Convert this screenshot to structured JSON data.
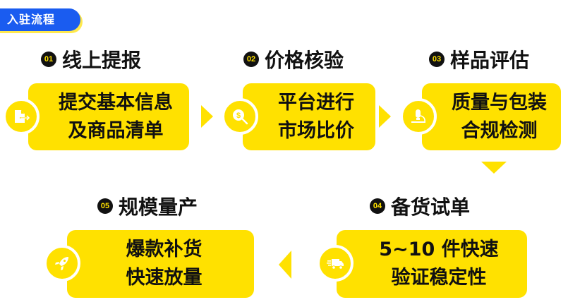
{
  "tag": {
    "label": "入驻流程",
    "color": "#1a5cf0",
    "shadow_color": "#ffe94d"
  },
  "accent_color": "#ffe100",
  "steps": [
    {
      "number": "01",
      "title": "线上提报",
      "lines": [
        "提交基本信息",
        "及商品清单"
      ],
      "icon": "document-export-icon"
    },
    {
      "number": "02",
      "title": "价格核验",
      "lines": [
        "平台进行",
        "市场比价"
      ],
      "icon": "dollar-search-icon"
    },
    {
      "number": "03",
      "title": "样品评估",
      "lines": [
        "质量与包装",
        "合规检测"
      ],
      "icon": "microscope-icon"
    },
    {
      "number": "04",
      "title": "备货试单",
      "lines": [
        "5~10 件快速",
        "验证稳定性"
      ],
      "icon": "delivery-truck-icon"
    },
    {
      "number": "05",
      "title": "规模量产",
      "lines": [
        "爆款补货",
        "快速放量"
      ],
      "icon": "rocket-icon"
    }
  ],
  "flow_arrows": [
    {
      "from": "01",
      "to": "02",
      "direction": "right"
    },
    {
      "from": "02",
      "to": "03",
      "direction": "right"
    },
    {
      "from": "03",
      "to": "04",
      "direction": "down"
    },
    {
      "from": "04",
      "to": "05",
      "direction": "left"
    }
  ]
}
